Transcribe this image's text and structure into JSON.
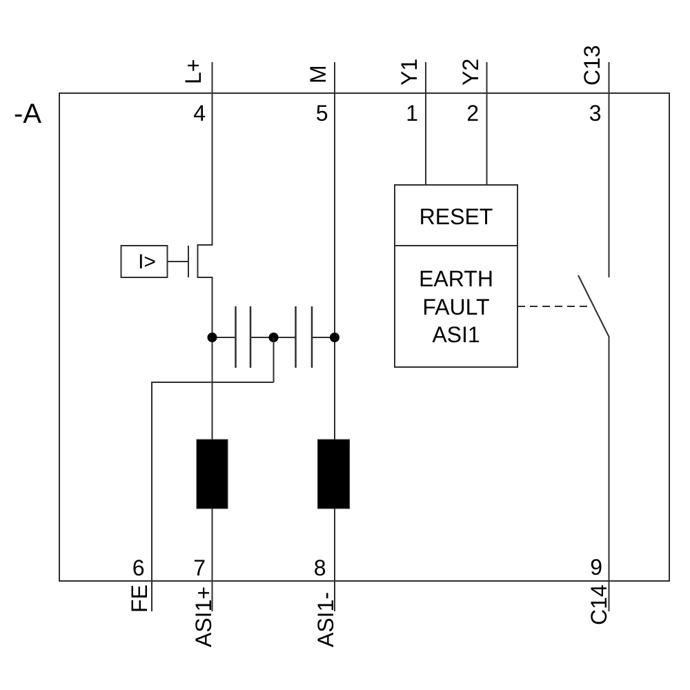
{
  "diagram": {
    "device_label": "-A",
    "terminals": {
      "top": [
        {
          "number": "4",
          "label": "L+"
        },
        {
          "number": "5",
          "label": "M"
        },
        {
          "number": "1",
          "label": "Y1"
        },
        {
          "number": "2",
          "label": "Y2"
        },
        {
          "number": "3",
          "label": "C13"
        }
      ],
      "bottom": [
        {
          "number": "6",
          "label": "FE"
        },
        {
          "number": "7",
          "label": "ASI1+"
        },
        {
          "number": "8",
          "label": "ASI1-"
        },
        {
          "number": "9",
          "label": "C14"
        }
      ]
    },
    "blocks": {
      "reset_label": "RESET",
      "fault_lines": [
        "EARTH",
        "FAULT",
        "ASI1"
      ],
      "overcurrent_label": "I>"
    },
    "colors": {
      "background": "#ffffff",
      "line": "#2e2e2e",
      "text": "#000000",
      "solid": "#000000"
    }
  }
}
